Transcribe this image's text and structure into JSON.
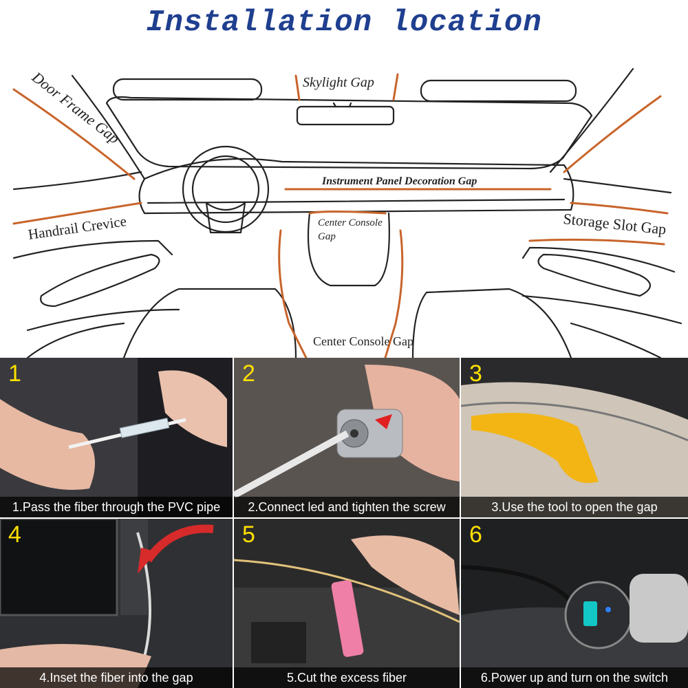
{
  "title": "Installation location",
  "diagram_labels": {
    "skylight": "Skylight Gap",
    "door_frame": "Door Frame Gap",
    "instrument": "Instrument Panel Decoration Gap",
    "handrail": "Handrail Crevice",
    "center_console_1": "Center Console",
    "center_console_2": "Gap",
    "storage": "Storage Slot Gap",
    "center_console_bottom": "Center Console Gap"
  },
  "steps": [
    {
      "number": "1",
      "caption": "1.Pass the fiber through the PVC pipe"
    },
    {
      "number": "2",
      "caption": "2.Connect led and tighten the screw"
    },
    {
      "number": "3",
      "caption": "3.Use the tool to open the gap"
    },
    {
      "number": "4",
      "caption": "4.Inset the fiber into the gap"
    },
    {
      "number": "5",
      "caption": "5.Cut the excess fiber"
    },
    {
      "number": "6",
      "caption": "6.Power up and turn on the switch"
    }
  ],
  "colors": {
    "title": "#1f3f8f",
    "gap_line": "#c8642a",
    "step_number": "#ffe000"
  }
}
